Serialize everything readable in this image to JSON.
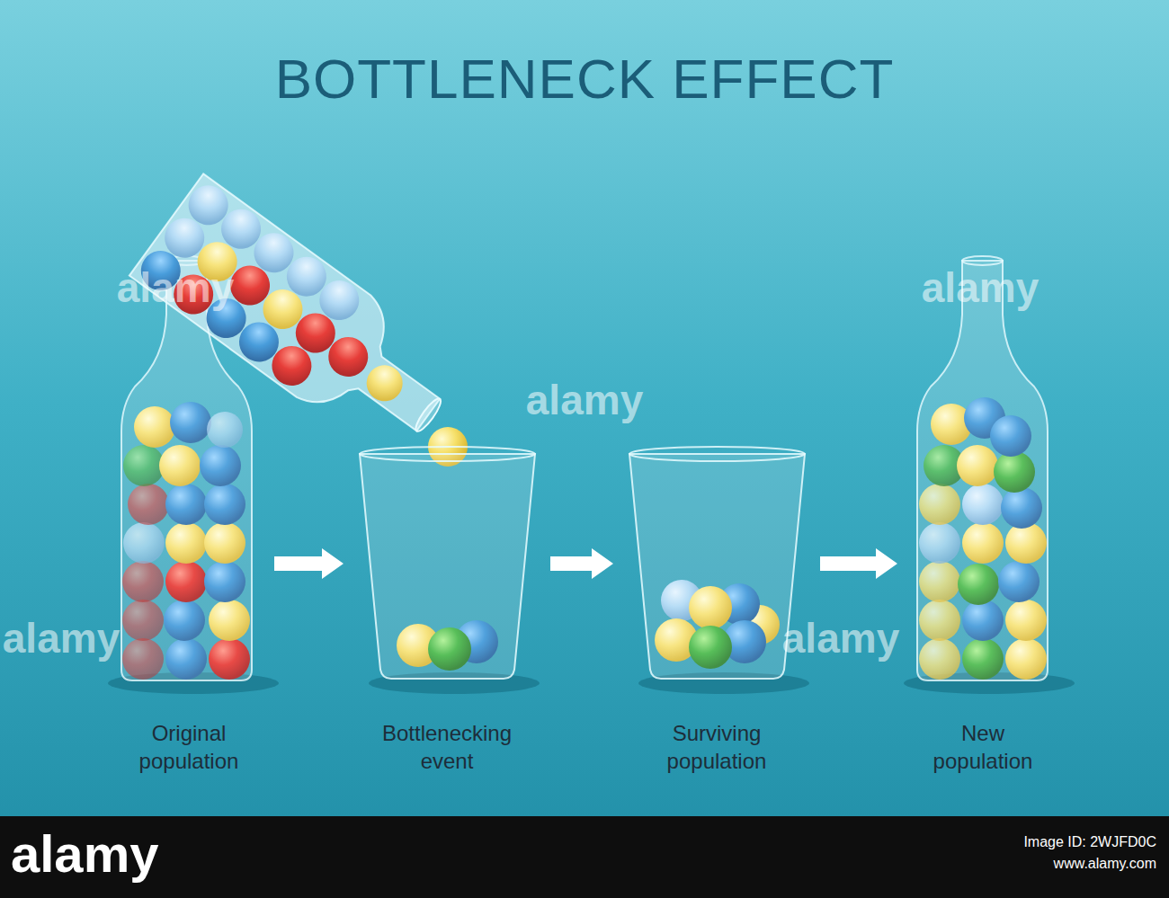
{
  "diagram": {
    "title": "BOTTLENECK EFFECT",
    "nodes": [
      {
        "text": [
          "Original population"
        ]
      },
      {
        "text": [
          "Bottlenecking event"
        ]
      },
      {
        "text": [
          "Surviving population"
        ]
      },
      {
        "text": [
          "New population"
        ]
      }
    ],
    "edges": [
      {
        "from": 0,
        "to": 1,
        "arrow": "to"
      },
      {
        "from": 1,
        "to": 2,
        "arrow": "to"
      },
      {
        "from": 2,
        "to": 3,
        "arrow": "to"
      }
    ],
    "labels": [
      "alamy",
      "alamy",
      "alamy",
      "alamy",
      "alamy",
      "alamy",
      "Image ID: 2WJFD0C",
      "www.alamy.com"
    ]
  }
}
